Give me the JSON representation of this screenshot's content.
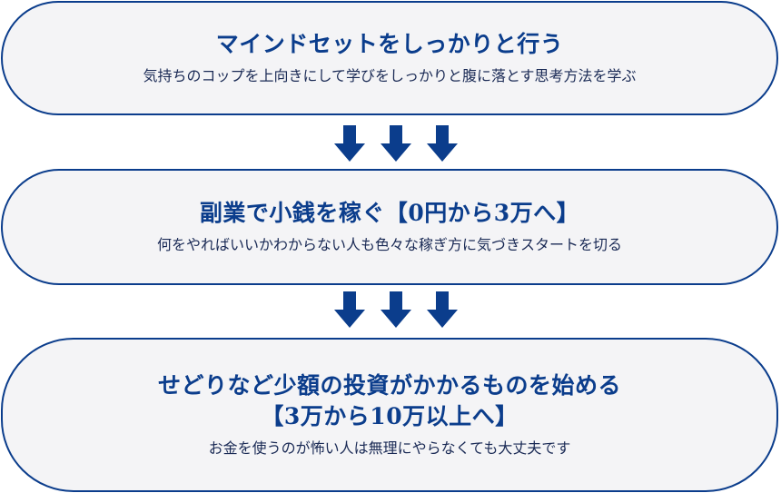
{
  "colors": {
    "border": "#0b3d8c",
    "title": "#0b3d8c",
    "text": "#1a2a55",
    "box_fill": "#f4f4f6",
    "arrow": "#0b3d8c"
  },
  "steps": [
    {
      "title": "マインドセットをしっかりと行う",
      "description": "気持ちのコップを上向きにして学びをしっかりと腹に落とす思考方法を学ぶ"
    },
    {
      "title": "副業で小銭を稼ぐ【0円から3万へ】",
      "description": "何をやればいいかわからない人も色々な稼ぎ方に気づきスタートを切る"
    },
    {
      "title_line1": "せどりなど少額の投資がかかるものを始める",
      "title_line2": "【3万から10万以上へ】",
      "description": "お金を使うのが怖い人は無理にやらなくても大丈夫です"
    }
  ],
  "connectors": [
    {
      "icon": "down-arrow-icon",
      "count": 3
    },
    {
      "icon": "down-arrow-icon",
      "count": 3
    }
  ]
}
